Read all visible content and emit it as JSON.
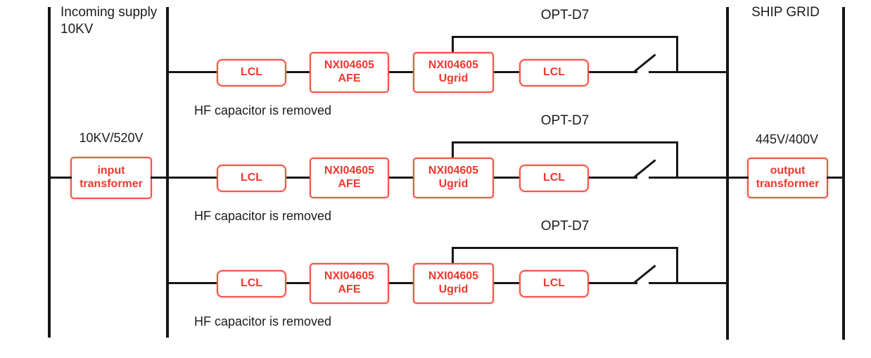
{
  "colors": {
    "wire": "#161616",
    "ink": "#1b1b1b",
    "box_border": "#f2564a",
    "box_text": "#ee382e"
  },
  "incoming": {
    "line1": "Incoming supply",
    "line2": "10KV"
  },
  "ship_grid_label": "SHIP GRID",
  "input_transformer": {
    "ratio": "10KV/520V",
    "line1": "input",
    "line2": "transformer"
  },
  "output_transformer": {
    "ratio": "445V/400V",
    "line1": "output",
    "line2": "transformer"
  },
  "rows": [
    {
      "opt": "OPT-D7",
      "lcl_in": "LCL",
      "afe1": "NXI04605",
      "afe2": "AFE",
      "ugrid1": "NXI04605",
      "ugrid2": "Ugrid",
      "lcl_out": "LCL",
      "note": "HF capacitor is removed"
    },
    {
      "opt": "OPT-D7",
      "lcl_in": "LCL",
      "afe1": "NXI04605",
      "afe2": "AFE",
      "ugrid1": "NXI04605",
      "ugrid2": "Ugrid",
      "lcl_out": "LCL",
      "note": "HF capacitor is removed"
    },
    {
      "opt": "OPT-D7",
      "lcl_in": "LCL",
      "afe1": "NXI04605",
      "afe2": "AFE",
      "ugrid1": "NXI04605",
      "ugrid2": "Ugrid",
      "lcl_out": "LCL",
      "note": "HF capacitor is removed"
    }
  ]
}
